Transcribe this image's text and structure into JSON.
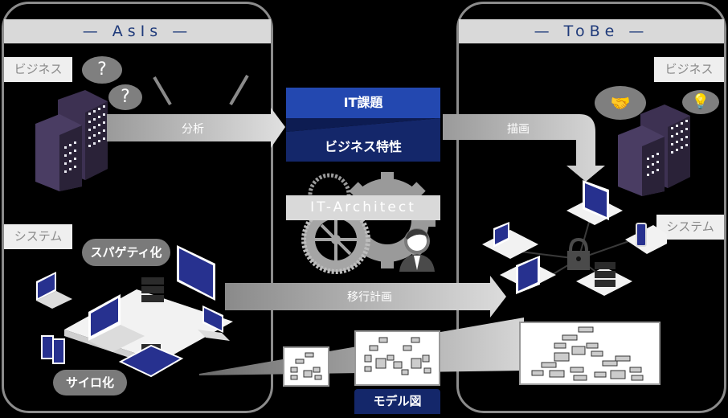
{
  "asis": {
    "title": "— AsIs —",
    "business_label": "ビジネス",
    "system_label": "システム",
    "bubbles": [
      "?",
      "?"
    ],
    "cloud_spaghetti": "スパゲティ化",
    "cloud_silo": "サイロ化"
  },
  "tobe": {
    "title": "— ToBe —",
    "business_label": "ビジネス",
    "system_label": "システム",
    "bubbles": [
      "handshake",
      "lightbulb"
    ]
  },
  "center": {
    "it_issues": "IT課題",
    "business_traits": "ビジネス特性",
    "architect_label": "IT-Architect",
    "model_label": "モデル図"
  },
  "arrows": {
    "analysis": "分析",
    "drawing": "描画",
    "migration": "移行計画"
  },
  "colors": {
    "panel_border": "#8c8c8c",
    "header_bg": "#d9d9d9",
    "header_text": "#1f3a7a",
    "it_issues_bg": "#2348b0",
    "business_traits_bg": "#14276a",
    "model_label_bg": "#14276a",
    "building": "#3d3152",
    "screen": "#27318f"
  }
}
